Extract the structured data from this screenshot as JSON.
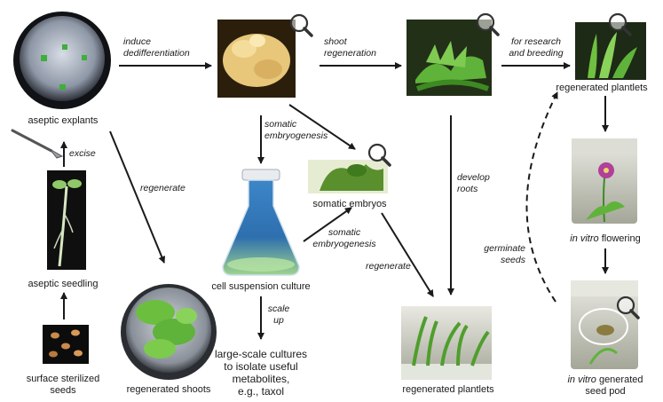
{
  "nodes": {
    "aseptic_explants": "aseptic explants",
    "aseptic_seedling": "aseptic seedling",
    "surface_sterilized_seeds_l1": "surface sterilized",
    "surface_sterilized_seeds_l2": "seeds",
    "cell_suspension_culture": "cell suspension culture",
    "regenerated_shoots": "regenerated shoots",
    "somatic_embryos": "somatic embryos",
    "regenerated_plantlets_top": "regenerated plantlets",
    "regenerated_plantlets_bottom": "regenerated plantlets",
    "in_vitro_flowering_em": "in vitro",
    "in_vitro_flowering_rest": " flowering",
    "seed_pod_em": "in vitro",
    "seed_pod_rest": " generated",
    "seed_pod_l2": "seed pod",
    "large_scale_l1": "large-scale cultures",
    "large_scale_l2": "to isolate useful",
    "large_scale_l3": "metabolites,",
    "large_scale_l4": "e.g., taxol"
  },
  "edges": {
    "excise": "excise",
    "induce_l1": "induce",
    "induce_l2": "dedifferentiation",
    "shoot_regen_l1": "shoot",
    "shoot_regen_l2": "regeneration",
    "research_l1": "for research",
    "research_l2": "and breeding",
    "regenerate_left": "regenerate",
    "somatic_emb1_l1": "somatic",
    "somatic_emb1_l2": "embryogenesis",
    "somatic_emb2_l1": "somatic",
    "somatic_emb2_l2": "embryogenesis",
    "develop_roots_l1": "develop",
    "develop_roots_l2": "roots",
    "regenerate_mid": "regenerate",
    "germinate_l1": "germinate",
    "germinate_l2": "seeds",
    "scale_up_l1": "scale",
    "scale_up_l2": "up"
  },
  "icons": [
    "magnifier-icon",
    "scalpel-icon"
  ],
  "colors": {
    "arrow": "#1a1a1a",
    "plant_green": "#5fb33a",
    "callus": "#e8c77a",
    "flower": "#b0409a"
  }
}
